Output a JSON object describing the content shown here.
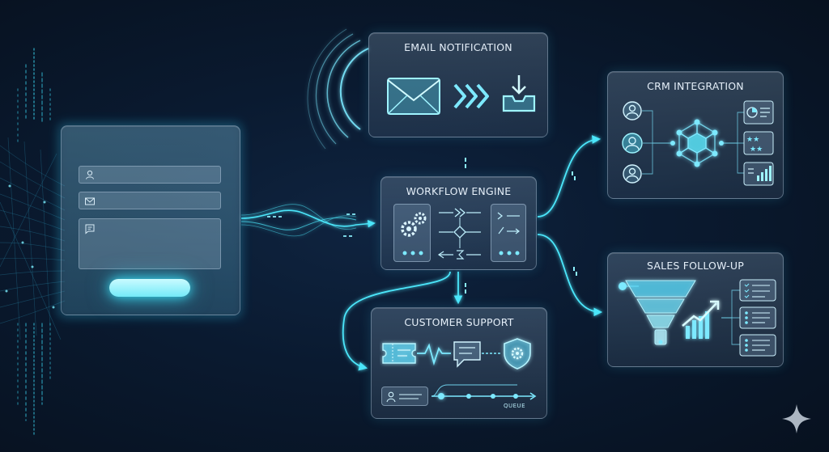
{
  "nodes": {
    "email": {
      "title": "EMAIL NOTIFICATION"
    },
    "workflow": {
      "title": "WORKFLOW ENGINE"
    },
    "crm": {
      "title": "CRM INTEGRATION"
    },
    "sales": {
      "title": "SALES FOLLOW-UP"
    },
    "support": {
      "title": "CUSTOMER SUPPORT",
      "queue_label": "QUEUE"
    }
  },
  "form": {
    "fields": [
      "name-field",
      "email-field",
      "message-field"
    ]
  },
  "colors": {
    "accent": "#39dff5",
    "background": "#0a1a30",
    "card_text": "#e4eef8"
  }
}
